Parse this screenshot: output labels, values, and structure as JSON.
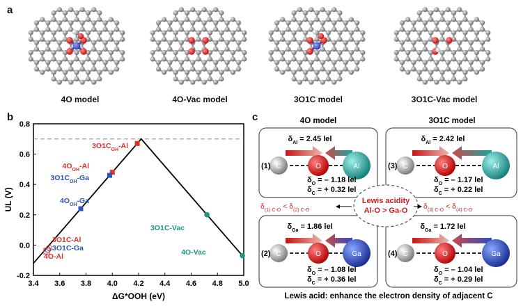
{
  "panel_a": {
    "label": "a",
    "models": [
      {
        "name": "4O model",
        "type": "4O"
      },
      {
        "name": "4O-Vac model",
        "type": "4OVac"
      },
      {
        "name": "3O1C model",
        "type": "3O1C"
      },
      {
        "name": "3O1C-Vac model",
        "type": "3O1CVac"
      }
    ]
  },
  "panel_b": {
    "label": "b",
    "chart_data": {
      "type": "scatter",
      "xlabel": "ΔG*OOH (eV)",
      "ylabel": "UL (V)",
      "xlim": [
        3.4,
        5.0
      ],
      "ylim": [
        -0.2,
        0.8
      ],
      "xticks": [
        "3.4",
        "3.6",
        "3.8",
        "4.0",
        "4.2",
        "4.4",
        "4.6",
        "4.8",
        "5.0"
      ],
      "yticks": [
        "-0.2",
        "0.0",
        "0.2",
        "0.4",
        "0.6",
        "0.8"
      ],
      "dashed_y": 0.7,
      "volcano": [
        [
          3.4,
          -0.12
        ],
        [
          4.22,
          0.7
        ],
        [
          5.0,
          -0.08
        ]
      ],
      "points": [
        {
          "label": "3O1C-Al",
          "x": 4.19,
          "y": 0.67,
          "color": "#e0302a",
          "marker": "square"
        },
        {
          "label": "4O-Al",
          "x": 4.0,
          "y": 0.48,
          "color": "#e0302a",
          "marker": "square"
        },
        {
          "label": "3O1C-Ga",
          "x": 3.98,
          "y": 0.46,
          "color": "#2a55b8",
          "marker": "square"
        },
        {
          "label": "4O-Ga",
          "x": 3.76,
          "y": 0.24,
          "color": "#2a55b8",
          "marker": "square"
        },
        {
          "label": "3O1C-Vac",
          "x": 4.72,
          "y": 0.2,
          "color": "#1a9a86",
          "marker": "circle"
        },
        {
          "label": "4O-Vac",
          "x": 4.99,
          "y": -0.07,
          "color": "#1a9a86",
          "marker": "circle"
        },
        {
          "label": "3O1C-Al",
          "x": 3.52,
          "y": -0.02,
          "color": "#e0302a",
          "marker": "open-circle"
        },
        {
          "label": "3O1C-Ga",
          "x": 3.51,
          "y": -0.03,
          "color": "#2a55b8",
          "marker": "open-circle"
        },
        {
          "label": "4O-Al",
          "x": 3.5,
          "y": -0.04,
          "color": "#e0302a",
          "marker": "open-square"
        }
      ],
      "annotations": [
        {
          "text": "3O1C",
          "sub": "OH",
          "suffix": "-Al",
          "color": "#e0302a"
        },
        {
          "text": "4O",
          "sub": "OH",
          "suffix": "-Al",
          "color": "#e0302a"
        },
        {
          "text": "3O1C",
          "sub": "OH",
          "suffix": "-Ga",
          "color": "#2a55b8"
        },
        {
          "text": "4O",
          "sub": "OH",
          "suffix": "-Ga",
          "color": "#2a55b8"
        },
        {
          "text": "3O1C-Vac",
          "sub": "",
          "suffix": "",
          "color": "#1a9a86"
        },
        {
          "text": "4O-Vac",
          "sub": "",
          "suffix": "",
          "color": "#1a9a86"
        },
        {
          "text": "3O1C-Al",
          "sub": "",
          "suffix": "",
          "color": "#e0302a"
        },
        {
          "text": "3O1C-Ga",
          "sub": "",
          "suffix": "",
          "color": "#2a55b8"
        },
        {
          "text": "4O-Al",
          "sub": "",
          "suffix": "",
          "color": "#e0302a"
        }
      ]
    }
  },
  "panel_c": {
    "label": "c",
    "col_titles": [
      "4O model",
      "3O1C model"
    ],
    "boxes": [
      {
        "num": "(1)",
        "delta_metal": "2.45 lel",
        "metal_sub": "Al",
        "metal": "Al",
        "delta_O": "= – 1.18 lel",
        "delta_C": "= + 0.32 lel"
      },
      {
        "num": "(3)",
        "delta_metal": "2.42 lel",
        "metal_sub": "Al",
        "metal": "Al",
        "delta_O": "= – 1.17 lel",
        "delta_C": "= + 0.22 lel"
      },
      {
        "num": "(2)",
        "delta_metal": "1.86 lel",
        "metal_sub": "Ga",
        "metal": "Ga",
        "delta_O": "= – 1.08 lel",
        "delta_C": "= + 0.36 lel"
      },
      {
        "num": "(4)",
        "delta_metal": "1.72 lel",
        "metal_sub": "Ga",
        "metal": "Ga",
        "delta_O": "= – 1.04 lel",
        "delta_C": "= + 0.29 lel"
      }
    ],
    "atom_C": "C",
    "atom_O": "O",
    "center_line1": "Lewis acidity",
    "center_line2": "Al-O > Ga-O",
    "ineq_left": "δ(1) C-O < δ(2) C-O",
    "ineq_right": "δ(3) C-O < δ(4) C-O",
    "caption": "Lewis acid: enhance the electron density of adjacent C",
    "colors": {
      "red": "#cc1f1f",
      "teal": "#1a9a95",
      "blue": "#1f3fb0",
      "grey": "#888888"
    }
  }
}
